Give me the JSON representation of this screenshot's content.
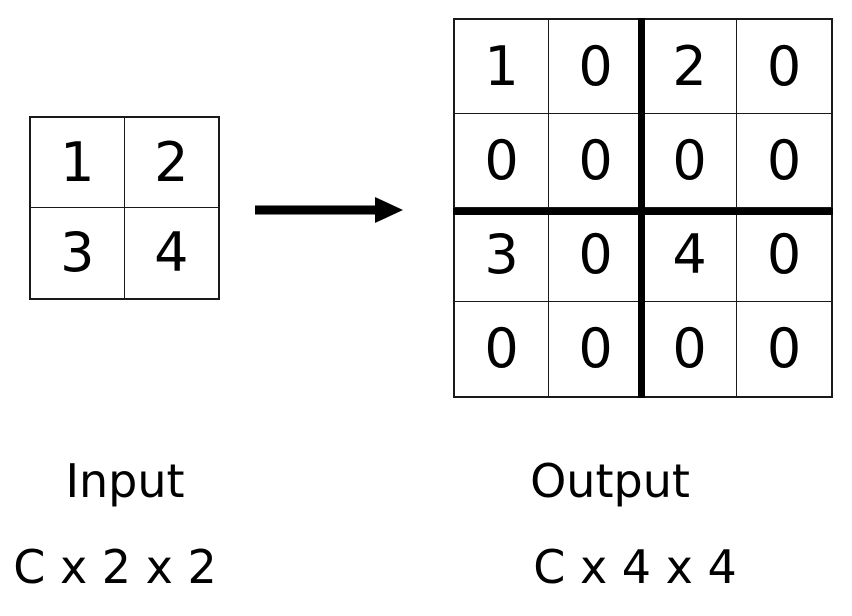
{
  "figure": {
    "type": "diagram",
    "description": "pixel-shuffle / sub-pixel upsampling illustration",
    "colors": {
      "background": "#ffffff",
      "line": "#1a1a1a",
      "thick_separator": "#000000",
      "text": "#000000"
    }
  },
  "input": {
    "title": "Input",
    "shape": "C x 2 x 2",
    "rows": 2,
    "cols": 2,
    "values": [
      [
        "1",
        "2"
      ],
      [
        "3",
        "4"
      ]
    ]
  },
  "output": {
    "title": "Output",
    "shape": "C x 4 x 4",
    "rows": 4,
    "cols": 4,
    "values": [
      [
        "1",
        "0",
        "2",
        "0"
      ],
      [
        "0",
        "0",
        "0",
        "0"
      ],
      [
        "3",
        "0",
        "4",
        "0"
      ],
      [
        "0",
        "0",
        "0",
        "0"
      ]
    ],
    "block_divider_after_row": 2,
    "block_divider_after_col": 2
  },
  "arrow": {
    "name": "right-arrow",
    "direction": "right"
  }
}
